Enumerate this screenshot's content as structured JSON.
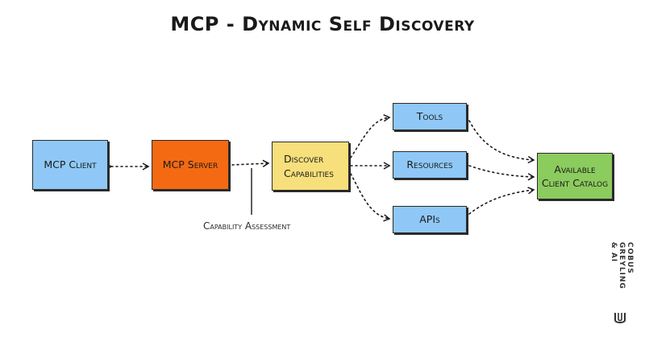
{
  "title": "MCP - Dynamic Self Discovery",
  "nodes": {
    "mcp_client": "MCP Client",
    "mcp_server": "MCP Server",
    "discover": [
      "Discover",
      "Capabilities"
    ],
    "tools": "Tools",
    "resources": "Resources",
    "apis": "APIs",
    "catalog": [
      "Available",
      "Client Catalog"
    ]
  },
  "annotation": "Capability Assessment",
  "brand": [
    "COBUS GREYLING",
    "& AI"
  ],
  "colors": {
    "blue": "#8fc8f6",
    "orange": "#f46a12",
    "yellow": "#f7df7c",
    "green": "#8ccb5e"
  }
}
